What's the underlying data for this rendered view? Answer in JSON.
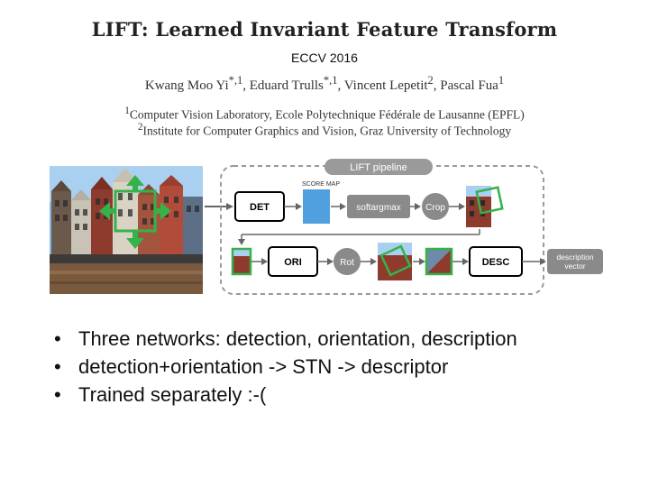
{
  "paper": {
    "title": "LIFT: Learned Invariant Feature Transform",
    "venue": "ECCV 2016",
    "authors": [
      "Kwang Moo Yi",
      "Eduard Trulls",
      "Vincent Lepetit",
      "Pascal Fua"
    ],
    "author_marks": [
      "*,1",
      "*,1",
      "2",
      "1"
    ],
    "affiliations": [
      {
        "mark": "1",
        "text": "Computer Vision Laboratory, Ecole Polytechnique Fédérale de Lausanne (EPFL)"
      },
      {
        "mark": "2",
        "text": "Institute for Computer Graphics and Vision, Graz University of Technology"
      }
    ]
  },
  "figure": {
    "pipeline_label": "LIFT pipeline",
    "score_map_label": "SCORE MAP",
    "nodes": {
      "det": "DET",
      "softargmax": "softargmax",
      "crop": "Crop",
      "ori": "ORI",
      "rot": "Rot",
      "desc": "DESC",
      "output": "description vector"
    },
    "colors": {
      "highlight": "#36b24a",
      "box": "#000000",
      "gray_node": "#8a8a8a",
      "dashed": "#9a9a9a"
    }
  },
  "bullets": [
    "Three networks: detection, orientation, description",
    "detection+orientation -> STN -> descriptor",
    "Trained separately :-("
  ],
  "bullet_char": "•"
}
